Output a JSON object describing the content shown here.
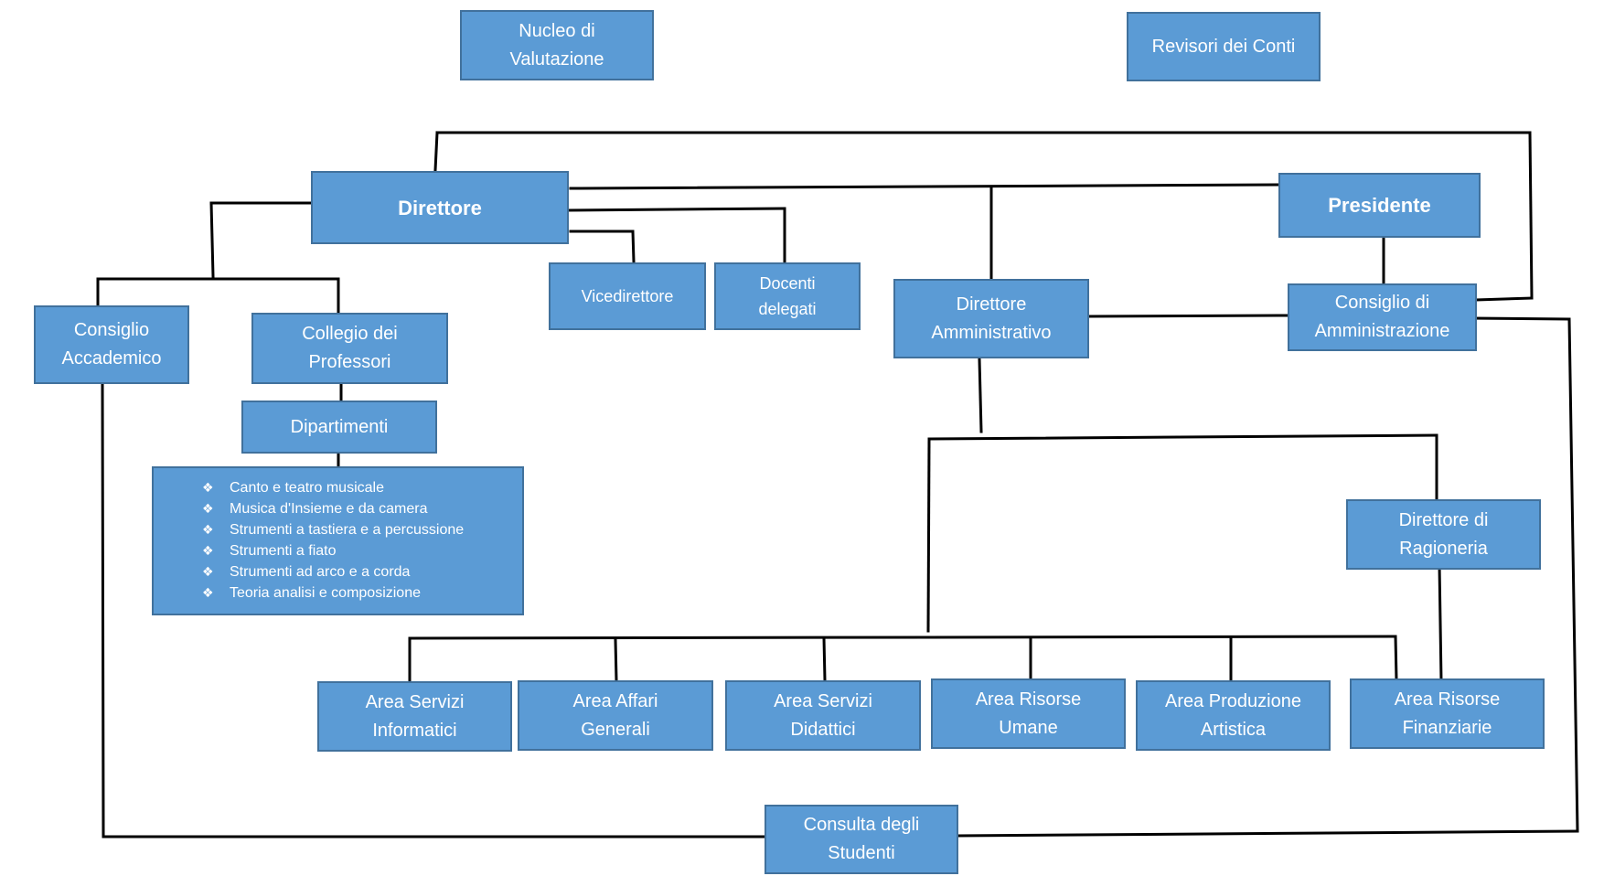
{
  "boxes": {
    "nucleo": "Nucleo di\nValutazione",
    "revisori": "Revisori dei Conti",
    "direttore": "Direttore",
    "presidente": "Presidente",
    "vicedirettore": "Vicedirettore",
    "docenti": "Docenti\ndelegati",
    "dir_amm": "Direttore\nAmministrativo",
    "cons_amm": "Consiglio di\nAmministrazione",
    "cons_acc": "Consiglio\nAccademico",
    "collegio": "Collegio dei\nProfessori",
    "dipartimenti": "Dipartimenti",
    "dir_rag": "Direttore di\nRagioneria",
    "area_info": "Area Servizi\nInformatici",
    "area_affari": "Area Affari\nGenerali",
    "area_didattici": "Area Servizi\nDidattici",
    "area_umane": "Area Risorse\nUmane",
    "area_produzione": "Area Produzione\nArtistica",
    "area_finanziarie": "Area Risorse\nFinanziarie",
    "consulta": "Consulta degli\nStudenti"
  },
  "departments": [
    "Canto e teatro musicale",
    "Musica d'Insieme e da camera",
    "Strumenti a tastiera e a percussione",
    "Strumenti a fiato",
    "Strumenti ad arco e a corda",
    "Teoria analisi e composizione"
  ],
  "bullet_glyph": "❖",
  "colors": {
    "box_fill": "#5b9bd5",
    "box_border": "#41719c",
    "text": "#ffffff",
    "connector": "#000000"
  }
}
